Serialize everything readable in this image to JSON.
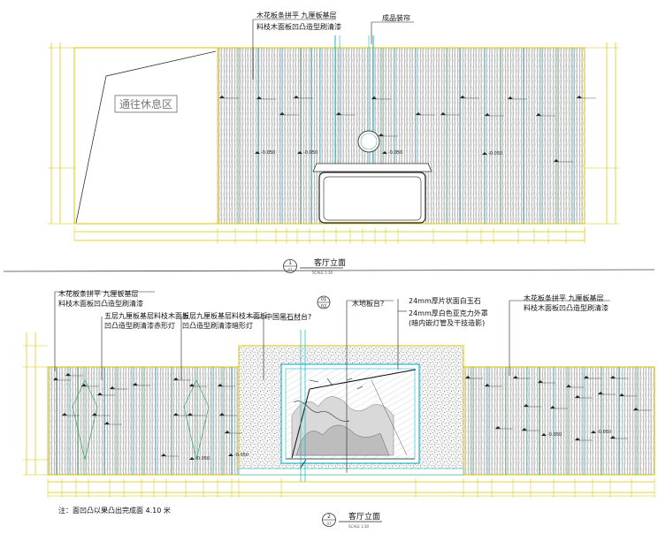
{
  "drawing1": {
    "note_top_left": [
      "木花板条拼平 九厘板基层",
      "料枝木面板凹凸造型刷清漆"
    ],
    "note_top_right": "成品装帘",
    "room_label": "通往休息区",
    "elevation_labels": [
      "-0.050",
      "-0.050",
      "-0.050",
      "-0.050"
    ],
    "title": "客厅立面",
    "title_number": "1",
    "title_sheet": "07",
    "scale": "SCALE 1:30"
  },
  "drawing2": {
    "note_left_top": [
      "木花板条拼平 九厘板基层",
      "料枝木面板凹凸造型刷清漆"
    ],
    "note_left_a": [
      "五层九厘板基层料枝木面板",
      "凹凸造型刷清漆赤形灯"
    ],
    "note_left_b": [
      "五层九厘板基层料枝木面板",
      "凹凸造型刷清漆暗形灯"
    ],
    "note_stone": "中国黑石材台?",
    "note_wood": "木地板台?",
    "note_right_a": "24mm厚片状面白玉石",
    "note_right_b": [
      "24mm厚白色亚克力外罩",
      "(暗内嵌灯管及干技造影)"
    ],
    "note_far_right": [
      "木花板条拼平 九厘板基层",
      "料枝木面板凹凸造型刷清漆"
    ],
    "section_marker_top": "01",
    "section_marker_bottom": "02",
    "elevation_labels": [
      "-0.050",
      "-0.050",
      "-0.050",
      "-0.050"
    ],
    "footnote": "注：面凹凸以果凸出完成面 4.10 米",
    "title": "客厅立面",
    "title_number": "2",
    "title_sheet": "07",
    "scale": "SCALE 1:30"
  }
}
